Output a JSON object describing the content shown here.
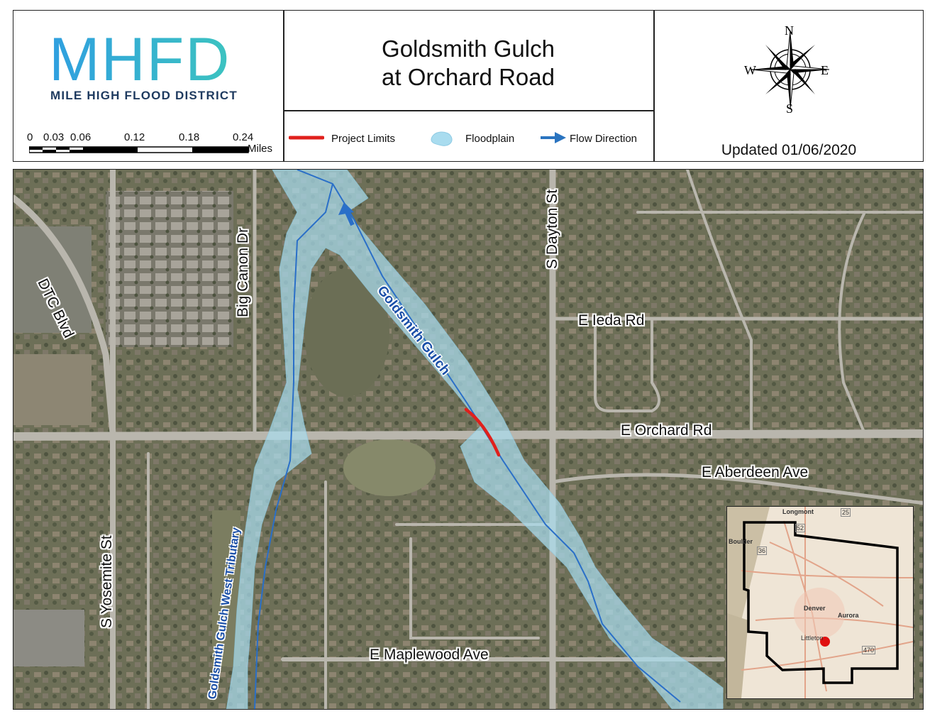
{
  "logo": {
    "wordmark": "MHFD",
    "subtitle": "MILE HIGH FLOOD DISTRICT"
  },
  "title": {
    "line1": "Goldsmith Gulch",
    "line2": "at Orchard Road"
  },
  "north_arrow": {
    "n": "N",
    "s": "S",
    "e": "E",
    "w": "W",
    "icon": "compass-rose-icon"
  },
  "scale_bar": {
    "ticks": [
      "0",
      "0.03",
      "0.06",
      "0.12",
      "0.18",
      "0.24"
    ],
    "unit": "Miles"
  },
  "legend": {
    "project_limits": "Project Limits",
    "floodplain": "Floodplain",
    "flow_direction": "Flow Direction",
    "colors": {
      "project_limits": "#e0201c",
      "floodplain": "#a9dcef",
      "flow_direction": "#2a74c0"
    }
  },
  "updated": "Updated 01/06/2020",
  "map": {
    "roads": {
      "dtc_blvd": "DTC Blvd",
      "big_canon": "Big Canon Dr",
      "dayton": "S Dayton St",
      "ieda": "E Ieda Rd",
      "orchard": "E Orchard Rd",
      "aberdeen": "E Aberdeen Ave",
      "yosemite": "S Yosemite St",
      "maplewood": "E Maplewood Ave"
    },
    "streams": {
      "goldsmith": "Goldsmith Gulch",
      "west_trib": "Goldsmith Gulch West Tributary"
    },
    "inset": {
      "longmont": "Longmont",
      "boulder": "Boulder",
      "denver": "Denver",
      "aurora": "Aurora",
      "littleton": "Littleton",
      "shield_25": "25",
      "shield_36": "36",
      "shield_52": "52",
      "shield_470": "470",
      "marker_color": "#e01010"
    }
  }
}
